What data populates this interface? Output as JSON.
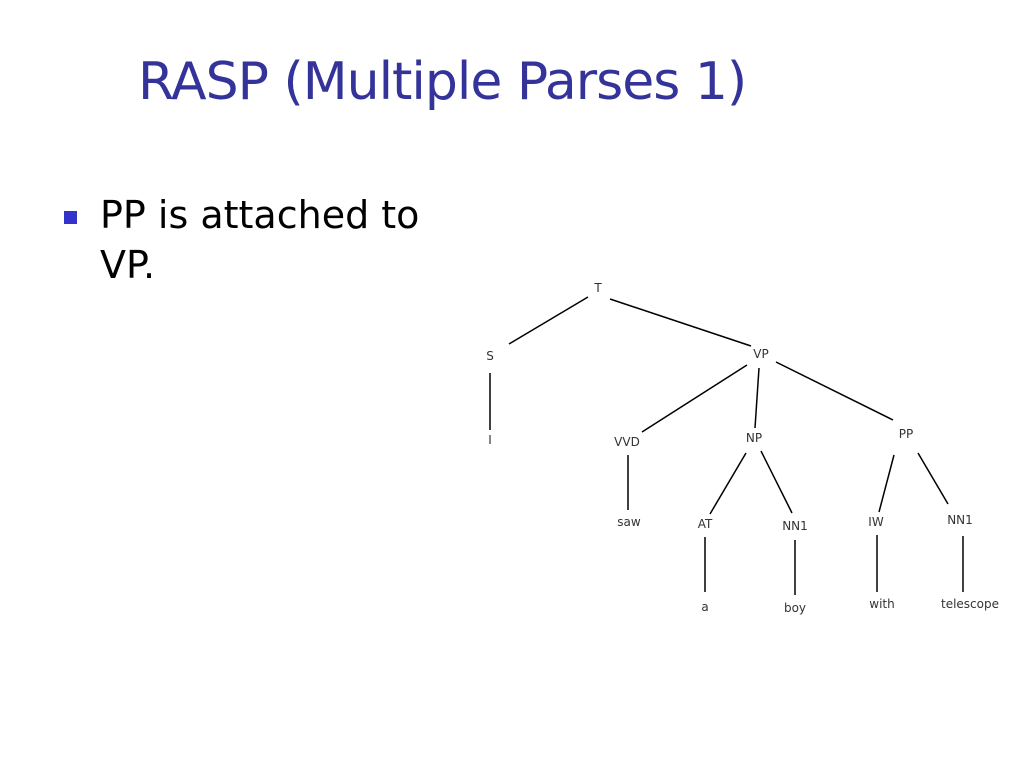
{
  "slide": {
    "title": "RASP (Multiple Parses 1)",
    "bullets": [
      "PP is attached to VP."
    ]
  },
  "tree": {
    "nodes": {
      "T": "T",
      "S": "S",
      "I": "I",
      "VP": "VP",
      "VVD": "VVD",
      "saw": "saw",
      "NP": "NP",
      "AT": "AT",
      "a": "a",
      "NN1_boy": "NN1",
      "boy": "boy",
      "PP": "PP",
      "IW": "IW",
      "with": "with",
      "NN1_telescope": "NN1",
      "telescope": "telescope"
    },
    "edges": [
      [
        "T",
        "S"
      ],
      [
        "T",
        "VP"
      ],
      [
        "S",
        "I"
      ],
      [
        "VP",
        "VVD"
      ],
      [
        "VP",
        "NP"
      ],
      [
        "VP",
        "PP"
      ],
      [
        "VVD",
        "saw"
      ],
      [
        "NP",
        "AT"
      ],
      [
        "NP",
        "NN1_boy"
      ],
      [
        "AT",
        "a"
      ],
      [
        "NN1_boy",
        "boy"
      ],
      [
        "PP",
        "IW"
      ],
      [
        "PP",
        "NN1_telescope"
      ],
      [
        "IW",
        "with"
      ],
      [
        "NN1_telescope",
        "telescope"
      ]
    ]
  },
  "colors": {
    "title": "#333399",
    "bullet_marker": "#3333cc",
    "text": "#000000",
    "tree_line": "#000000"
  }
}
